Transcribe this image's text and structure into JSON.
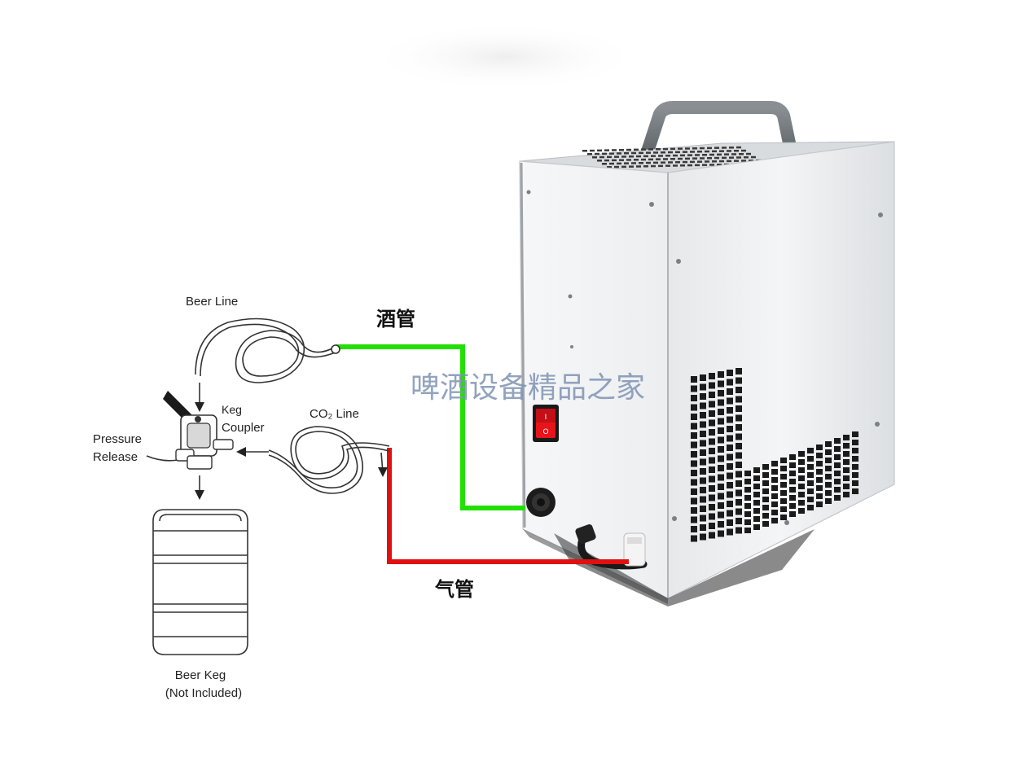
{
  "labels": {
    "beer_line": "Beer Line",
    "keg_coupler_1": "Keg",
    "keg_coupler_2": "Coupler",
    "co2_line": "CO₂ Line",
    "pressure_release_1": "Pressure",
    "pressure_release_2": "Release",
    "beer_keg_1": "Beer Keg",
    "beer_keg_2": "(Not Included)",
    "beer_pipe_cn": "酒管",
    "gas_pipe_cn": "气管",
    "watermark": "啤酒设备精品之家"
  },
  "colors": {
    "beer_pipe": "#22e000",
    "gas_pipe": "#e01010",
    "switch": "#e8141c",
    "unit_body": "#eceef0",
    "watermark": "#7f93b3"
  },
  "icons": {
    "coupler": "keg-coupler-icon",
    "keg": "beer-keg-icon",
    "switch": "power-switch-icon"
  }
}
